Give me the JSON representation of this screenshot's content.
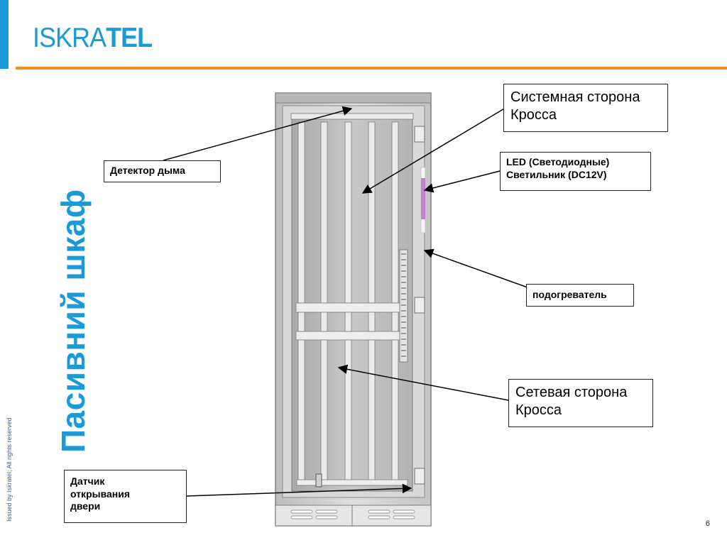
{
  "header": {
    "logo_part1": "ISKRA",
    "logo_part2": "TEL",
    "brand_color": "#1a9bd7",
    "accent_color": "#f0911e"
  },
  "slide": {
    "vertical_title": "Пасивний шкаф",
    "copyright": "Issued by Iskratel; All rights reserved",
    "page_number": "6"
  },
  "callouts": {
    "smoke_detector": "Детектор дыма",
    "system_side_line1": "Системная сторона",
    "system_side_line2": "Кросса",
    "led_line1": "LED (Светодиодные)",
    "led_line2": "Светильник (DC12V)",
    "heater": "подогреватель",
    "network_side_line1": "Сетевая сторона",
    "network_side_line2": "Кросса",
    "door_sensor_line1": "Датчик",
    "door_sensor_line2": "открывания",
    "door_sensor_line3": "двери"
  },
  "colors": {
    "led_strip": "#c87fd6",
    "cabinet_frame": "#8d8d8d",
    "cabinet_fill": "#d2d2d2"
  }
}
